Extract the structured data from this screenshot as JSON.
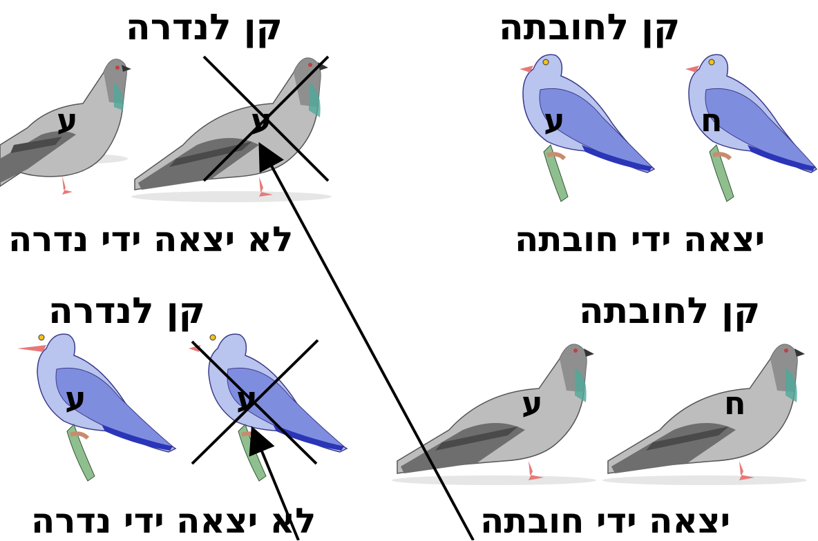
{
  "panels": [
    {
      "title": "קן לנדרה",
      "caption": "לא יצאה ידי נדרה",
      "birds": [
        {
          "letter": "ע",
          "style": "gray-pigeon",
          "crossed": false
        },
        {
          "letter": "ע",
          "style": "gray-pigeon",
          "crossed": true
        }
      ]
    },
    {
      "title": "קן לחובתה",
      "caption": "יצאה ידי חובתה",
      "birds": [
        {
          "letter": "ע",
          "style": "blue-dove",
          "crossed": false
        },
        {
          "letter": "ח",
          "style": "blue-dove",
          "crossed": false
        }
      ]
    },
    {
      "title": "קן לנדרה",
      "caption": "לא יצאה ידי נדרה",
      "birds": [
        {
          "letter": "ע",
          "style": "blue-dove",
          "crossed": false
        },
        {
          "letter": "ע",
          "style": "blue-dove",
          "crossed": true
        }
      ]
    },
    {
      "title": "קן לחובתה",
      "caption": "יצאה ידי חובתה",
      "birds": [
        {
          "letter": "ע",
          "style": "gray-pigeon",
          "crossed": false
        },
        {
          "letter": "ח",
          "style": "gray-pigeon",
          "crossed": false
        }
      ]
    }
  ],
  "colors": {
    "gray_body": "#bdbdbd",
    "gray_dark": "#6e6e6e",
    "gray_neck": "#4fa89a",
    "blue_body": "#b9c4ef",
    "blue_wing": "#5868c9",
    "blue_tail": "#2b35b8",
    "perch": "#8fbf8f",
    "feet": "#e87878",
    "ink": "#000000"
  }
}
